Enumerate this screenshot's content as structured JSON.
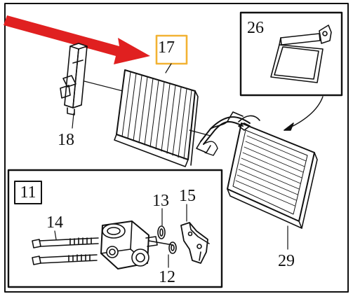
{
  "parts": {
    "heater_core_label": "29",
    "duct_label": "26",
    "filter_label": "17",
    "filter_cover_label": "18",
    "valve_kit_label": "11",
    "bolt_label": "14",
    "oring_upper_label": "13",
    "oring_lower_label": "12",
    "bracket_label": "15"
  },
  "colors": {
    "highlight_box": "#f2b233",
    "pointer_arrow": "#e02020",
    "line": "#111111"
  }
}
